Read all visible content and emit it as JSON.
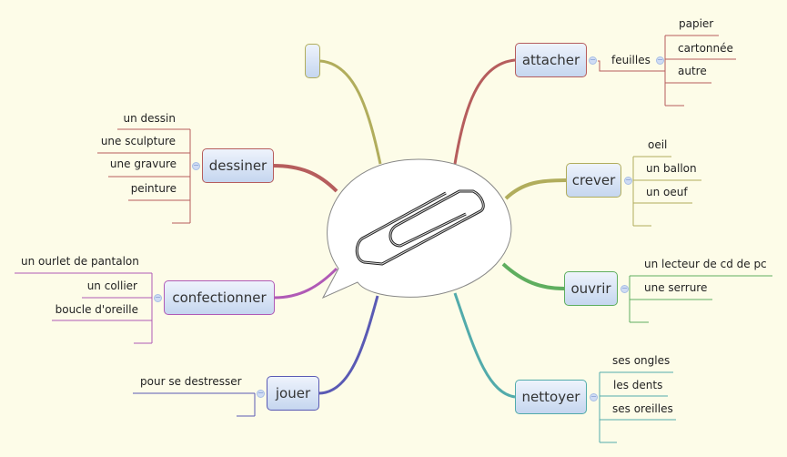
{
  "central": {
    "icon": "paperclip-icon"
  },
  "colors": {
    "red": "#b65d5d",
    "olive": "#b1ad5c",
    "green": "#5fae5f",
    "teal": "#52abab",
    "purple": "#b05ab6",
    "blue": "#5a5ab4"
  },
  "topics": {
    "empty": {
      "label": ""
    },
    "attacher": {
      "label": "attacher",
      "sub": "feuilles",
      "children": [
        "papier",
        "cartonnée",
        "autre"
      ]
    },
    "crever": {
      "label": "crever",
      "children": [
        "oeil",
        "un ballon",
        "un oeuf"
      ]
    },
    "ouvrir": {
      "label": "ouvrir",
      "children": [
        "un lecteur de cd de pc",
        "une serrure"
      ]
    },
    "nettoyer": {
      "label": "nettoyer",
      "children": [
        "ses ongles",
        "les dents",
        "ses oreilles"
      ]
    },
    "dessiner": {
      "label": "dessiner",
      "children": [
        "un dessin",
        "une sculpture",
        "une gravure",
        "peinture"
      ]
    },
    "confectionner": {
      "label": "confectionner",
      "children": [
        "un ourlet de pantalon",
        "un collier",
        "boucle d'oreille"
      ]
    },
    "jouer": {
      "label": "jouer",
      "children": [
        "pour se destresser"
      ]
    }
  },
  "toggle_symbol": "−"
}
